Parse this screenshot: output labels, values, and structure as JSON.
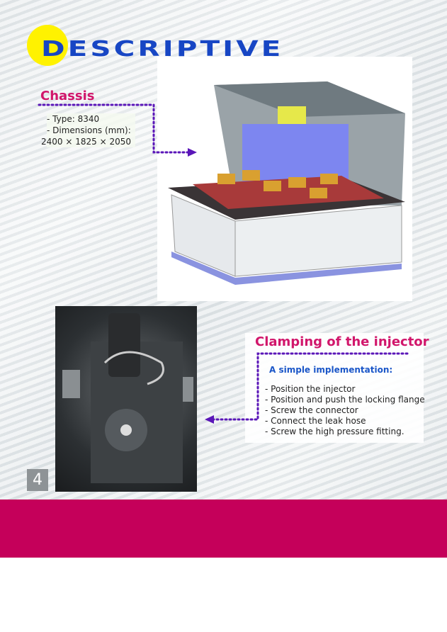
{
  "header": {
    "title": "DESCRIPTIVE"
  },
  "chassis": {
    "title": "Chassis",
    "items": [
      "- Type: 8340",
      "- Dimensions (mm):",
      "2400 × 1825 × 2050"
    ]
  },
  "clamping": {
    "title": "Clamping of the injector",
    "subtitle": "A simple implementation:",
    "steps": [
      "- Position the injector",
      "- Position and push the locking flange",
      "- Screw the connector",
      "- Connect the leak hose",
      "- Screw the high pressure fitting."
    ]
  },
  "page": {
    "number": "4"
  },
  "colors": {
    "accent": "#d1166b",
    "title_blue": "#1746c4",
    "band": "#c5005a",
    "dots": "#5a16b8"
  }
}
